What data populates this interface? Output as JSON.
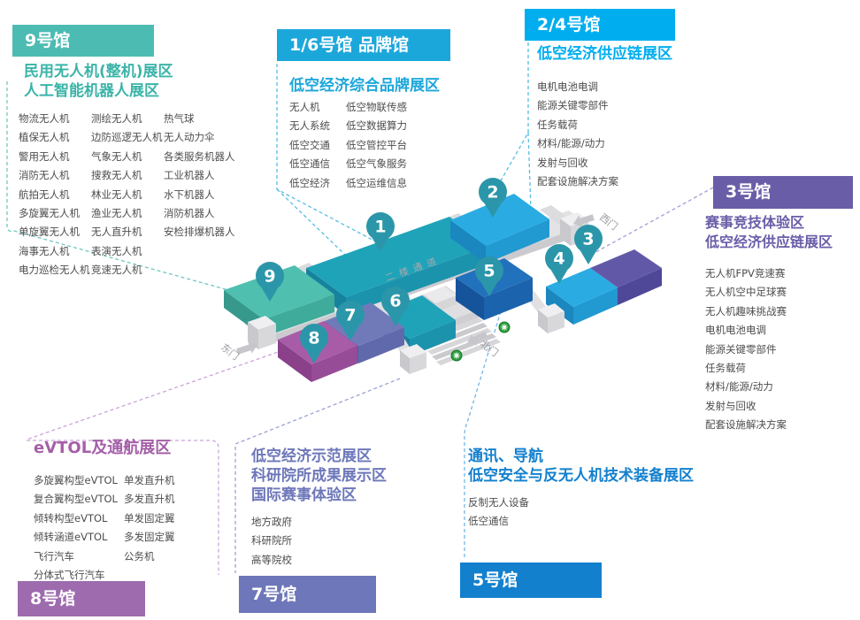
{
  "panels": {
    "h9": {
      "header": "9号馆",
      "title": [
        "民用无人机(整机)展区",
        "人工智能机器人展区"
      ],
      "accent": "#4CBCB2",
      "cols": [
        [
          "物流无人机",
          "植保无人机",
          "警用无人机",
          "消防无人机",
          "航拍无人机",
          "多旋翼无人机",
          "单旋翼无人机",
          "海事无人机",
          "电力巡检无人机"
        ],
        [
          "测绘无人机",
          "边防巡逻无人机",
          "气象无人机",
          "搜救无人机",
          "林业无人机",
          "渔业无人机",
          "无人直升机",
          "表演无人机",
          "竞速无人机"
        ],
        [
          "热气球",
          "无人动力伞",
          "各类服务机器人",
          "工业机器人",
          "水下机器人",
          "消防机器人",
          "安检排爆机器人"
        ]
      ]
    },
    "h16": {
      "header": "1/6号馆 品牌馆",
      "title": [
        "低空经济综合品牌展区"
      ],
      "accent": "#1CA7DB",
      "cols": [
        [
          "无人机",
          "无人系统",
          "低空交通",
          "低空通信",
          "低空经济"
        ],
        [
          "低空物联传感",
          "低空数据算力",
          "低空管控平台",
          "低空气象服务",
          "低空运维信息"
        ]
      ]
    },
    "h24": {
      "header": "2/4号馆",
      "title": [
        "低空经济供应链展区"
      ],
      "accent": "#00AEEF",
      "cols": [
        [
          "电机电池电调",
          "能源关键零部件",
          "任务载荷",
          "材料/能源/动力",
          "发射与回收",
          "配套设施解决方案"
        ]
      ]
    },
    "h3": {
      "header": "3号馆",
      "title": [
        "赛事竞技体验区",
        "低空经济供应链展区"
      ],
      "accent": "#6A5DA8",
      "cols": [
        [
          "无人机FPV竞速赛",
          "无人机空中足球赛",
          "无人机趣味挑战赛",
          "电机电池电调",
          "能源关键零部件",
          "任务载荷",
          "材料/能源/动力",
          "发射与回收",
          "配套设施解决方案"
        ]
      ]
    },
    "h8": {
      "header": "8号馆",
      "title": [
        "eVTOL及通航展区"
      ],
      "accent": "#9E6BAE",
      "cols": [
        [
          "多旋翼构型eVTOL",
          "复合翼构型eVTOL",
          "倾转构型eVTOL",
          "倾转涵道eVTOL",
          "飞行汽车",
          "分体式飞行汽车"
        ],
        [
          "单发直升机",
          "多发直升机",
          "单发固定翼",
          "多发固定翼",
          "公务机"
        ]
      ]
    },
    "h7": {
      "header": "7号馆",
      "title": [
        "低空经济示范展区",
        "科研院所成果展示区",
        "国际赛事体验区"
      ],
      "accent": "#6D77B9",
      "cols": [
        [
          "地方政府",
          "科研院所",
          "高等院校"
        ]
      ]
    },
    "h5": {
      "header": "5号馆",
      "title": [
        "通讯、导航",
        "低空安全与反无人机技术装备展区"
      ],
      "accent": "#1380CE",
      "cols": [
        [
          "反制无人设备",
          "低空通信"
        ]
      ]
    }
  },
  "map": {
    "corridor_label": "二楼通道",
    "gates": {
      "west": "西门",
      "east": "东门",
      "north": "北门"
    },
    "pin_color": "#2B96A9",
    "halls": [
      {
        "number": "1",
        "color": "#1FA3B9"
      },
      {
        "number": "2",
        "color": "#2AACE3"
      },
      {
        "number": "3",
        "color": "#6159A8"
      },
      {
        "number": "4",
        "color": "#2AACE3"
      },
      {
        "number": "5",
        "color": "#2171BC"
      },
      {
        "number": "6",
        "color": "#1FA3B9"
      },
      {
        "number": "7",
        "color": "#707AB9"
      },
      {
        "number": "8",
        "color": "#A85CA7"
      },
      {
        "number": "9",
        "color": "#4FBFAF"
      }
    ]
  }
}
